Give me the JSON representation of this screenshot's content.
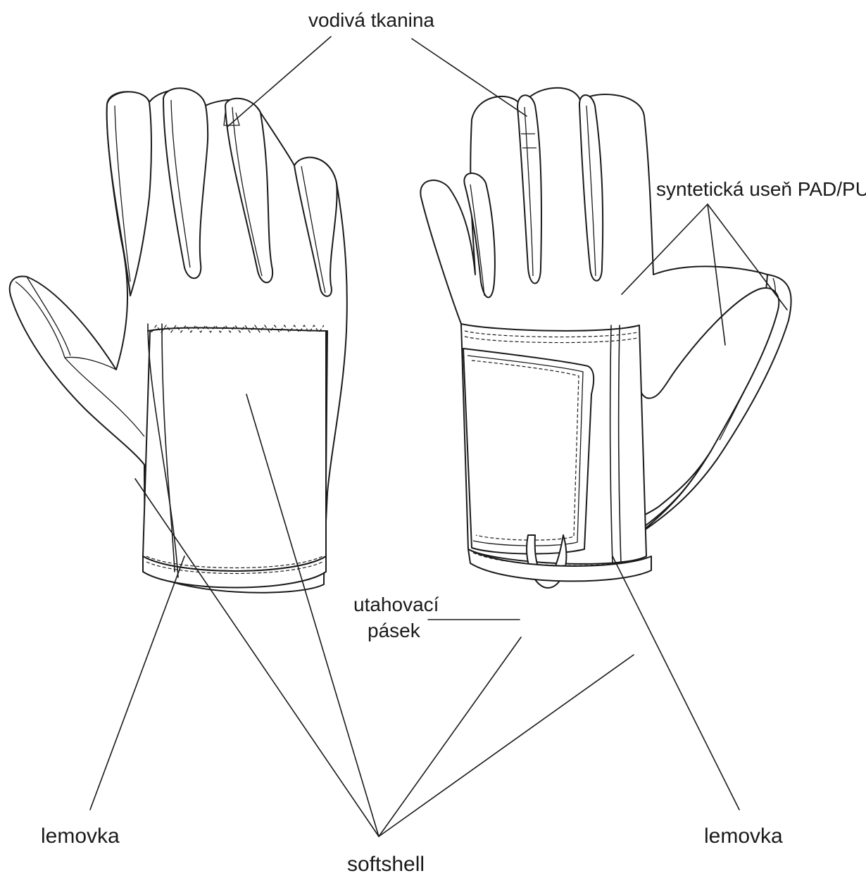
{
  "labels": {
    "conductive_fabric": "vodivá tkanina",
    "synthetic_leather": "syntetická useň PAD/PU",
    "tightening_strap_line1": "utahovací",
    "tightening_strap_line2": "pásek",
    "binding_left": "lemovka",
    "binding_right": "lemovka",
    "softshell": "softshell"
  }
}
